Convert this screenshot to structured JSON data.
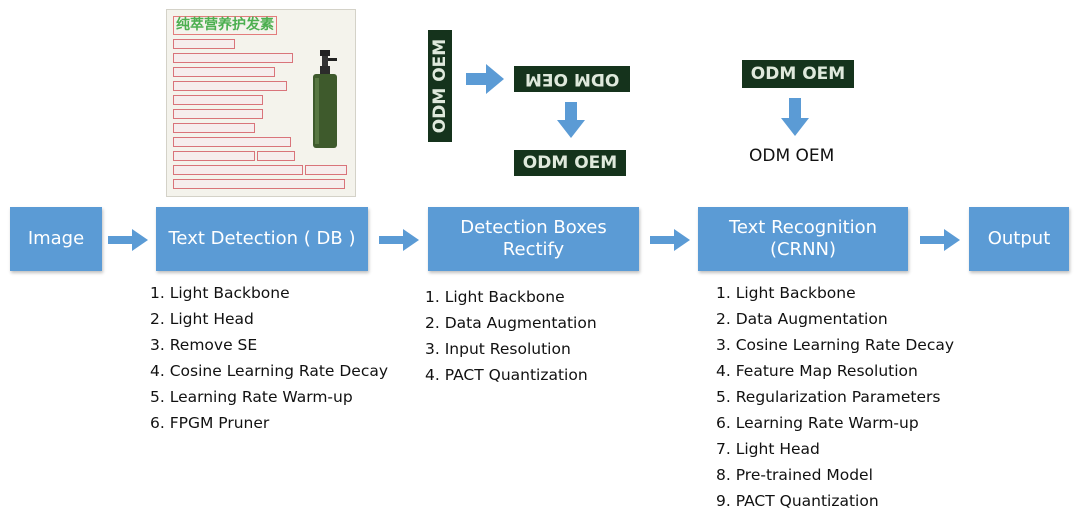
{
  "pipeline": {
    "image": "Image",
    "text_detection": "Text Detection ( DB )",
    "detection_boxes_line1": "Detection Boxes",
    "detection_boxes_line2": "Rectify",
    "text_recognition_line1": "Text Recognition",
    "text_recognition_line2": "(CRNN)",
    "output": "Output"
  },
  "sample_image": {
    "title": "纯萃营养护发素"
  },
  "crops": {
    "vertical": "ODM OEM",
    "flipped": "ODM OEM",
    "rectified": "ODM OEM",
    "recognition_input": "ODM OEM",
    "recognized_text": "ODM OEM"
  },
  "lists": {
    "detection": [
      "1. Light Backbone",
      "2. Light Head",
      "3. Remove SE",
      "4. Cosine Learning Rate Decay",
      "5. Learning Rate Warm-up",
      "6. FPGM Pruner"
    ],
    "rectify": [
      "1. Light Backbone",
      "2. Data Augmentation",
      "3. Input Resolution",
      "4. PACT Quantization"
    ],
    "recognition": [
      "1. Light Backbone",
      "2. Data Augmentation",
      "3. Cosine Learning Rate Decay",
      "4. Feature Map Resolution",
      "5. Regularization Parameters",
      "6. Learning Rate Warm-up",
      "7. Light Head",
      "8. Pre-trained Model",
      "9. PACT Quantization"
    ]
  },
  "colors": {
    "box": "#5b9bd5",
    "arrow": "#5b9bd5",
    "crop_background": "#15331c"
  }
}
